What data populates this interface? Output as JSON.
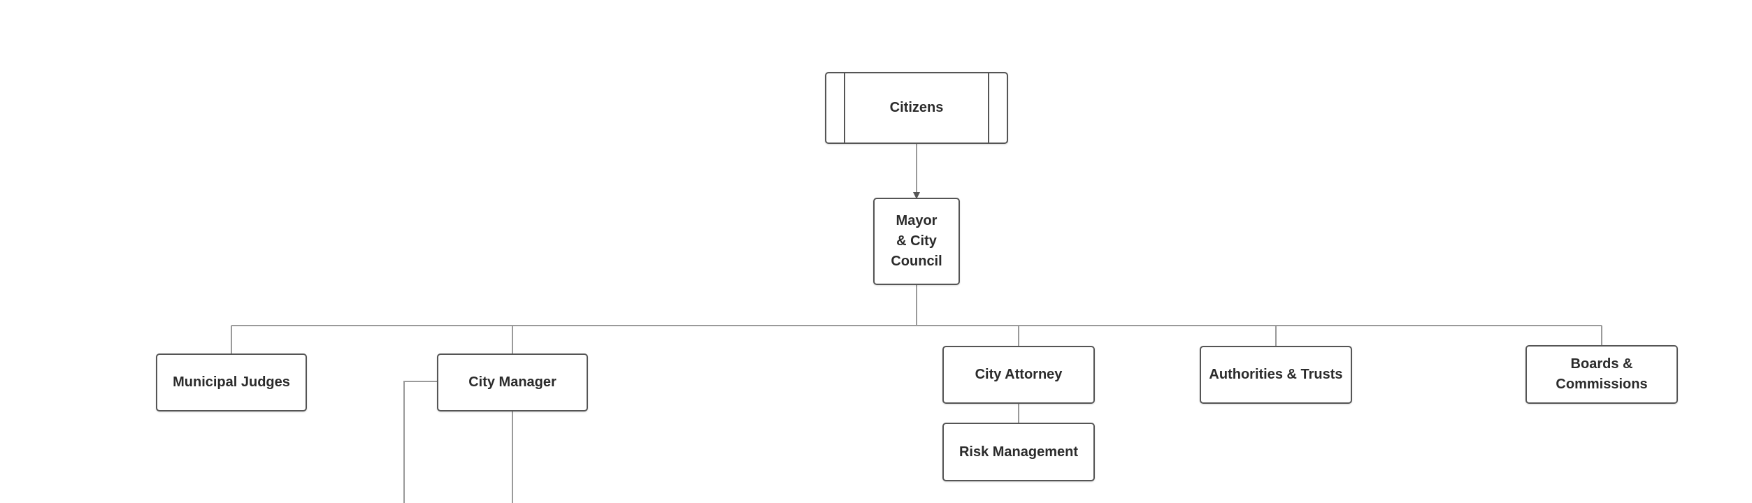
{
  "nodes": {
    "citizens": "Citizens",
    "mayor_council": "Mayor & City Council",
    "municipal_judges": "Municipal Judges",
    "city_manager": "City Manager",
    "city_attorney": "City Attorney",
    "authorities_trusts": "Authorities & Trusts",
    "boards_commissions": "Boards & Commissions",
    "risk_management": "Risk Management"
  },
  "colors": {
    "border": "#555555",
    "connector": "#9a9a9a",
    "text": "#2b2b2b"
  }
}
